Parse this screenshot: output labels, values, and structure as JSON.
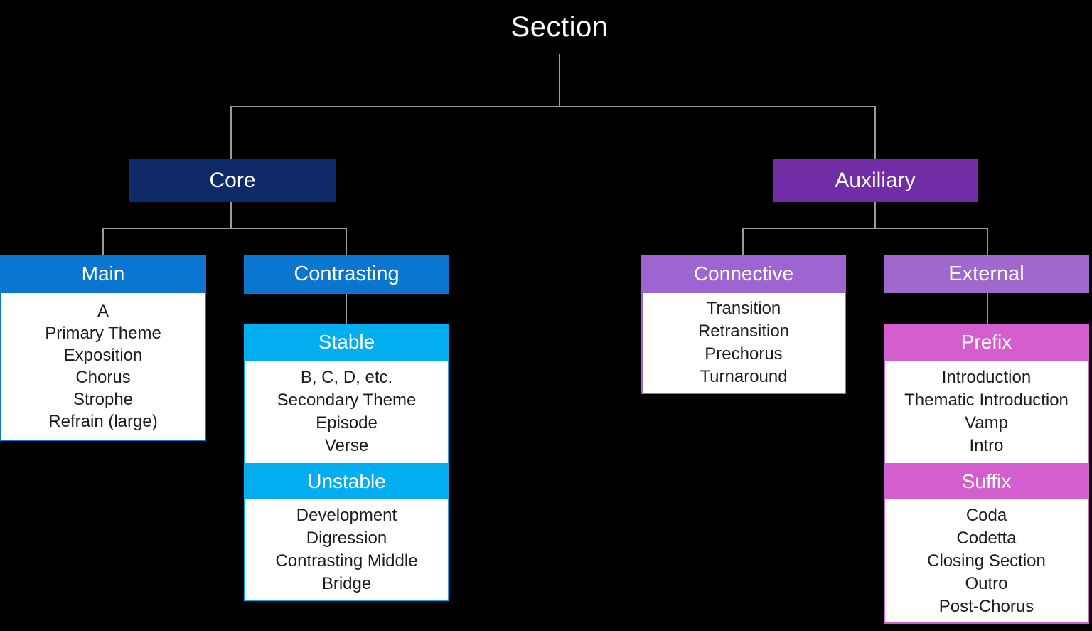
{
  "title": "Section",
  "colors": {
    "background": "#000000",
    "line": "#9a9a9a",
    "core": "#0e2a68",
    "auxiliary": "#712ca6",
    "blue_header": "#0b76cf",
    "cyan_header": "#02adf0",
    "connective": "#9d64d2",
    "external": "#a067cd",
    "magenta_header": "#d55ecf",
    "body_bg": "#ffffff",
    "body_text": "#1d1d1d",
    "header_text": "#ffffff"
  },
  "tree": {
    "branches": [
      {
        "label": "Core",
        "children": [
          {
            "label": "Main",
            "items": [
              "A",
              "Primary Theme",
              "Exposition",
              "Chorus",
              "Strophe",
              "Refrain (large)"
            ]
          },
          {
            "label": "Contrasting",
            "subgroups": [
              {
                "label": "Stable",
                "items": [
                  "B, C, D, etc.",
                  "Secondary Theme",
                  "Episode",
                  "Verse"
                ]
              },
              {
                "label": "Unstable",
                "items": [
                  "Development",
                  "Digression",
                  "Contrasting Middle",
                  "Bridge"
                ]
              }
            ]
          }
        ]
      },
      {
        "label": "Auxiliary",
        "children": [
          {
            "label": "Connective",
            "items": [
              "Transition",
              "Retransition",
              "Prechorus",
              "Turnaround"
            ]
          },
          {
            "label": "External",
            "subgroups": [
              {
                "label": "Prefix",
                "items": [
                  "Introduction",
                  "Thematic Introduction",
                  "Vamp",
                  "Intro"
                ]
              },
              {
                "label": "Suffix",
                "items": [
                  "Coda",
                  "Codetta",
                  "Closing Section",
                  "Outro",
                  "Post-Chorus"
                ]
              }
            ]
          }
        ]
      }
    ]
  }
}
